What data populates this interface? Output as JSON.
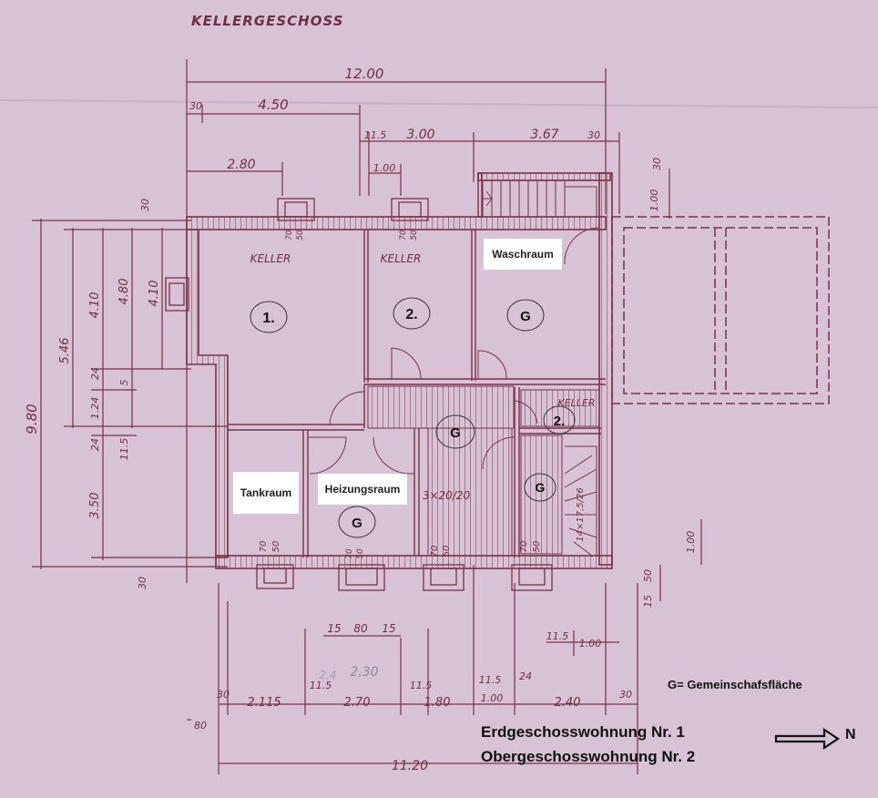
{
  "title": "KELLERGESCHOSS",
  "dimensions": {
    "top_total": "12.00",
    "top_a": "4.50",
    "top_b": "2.80",
    "top_c": "3.00",
    "top_d": "3.67",
    "top_e": "1.00",
    "top_30a": "30",
    "top_30b": "30",
    "top_115": "11.5",
    "top_30c": "30",
    "top_100r": "1.00",
    "left_total": "9.80",
    "left_546": "5.46",
    "left_410a": "4.10",
    "left_480": "4.80",
    "left_410b": "4.10",
    "left_24a": "24",
    "left_124": "1.24",
    "left_5": "5",
    "left_24b": "24",
    "left_115": "11.5",
    "left_350": "3.50",
    "left_30": "30",
    "bottom_total": "11.20",
    "bottom_2115": "2.115",
    "bottom_270": "2.70",
    "bottom_180": "1.80",
    "bottom_100": "1.00",
    "bottom_240": "2.40",
    "bottom_30a": "30",
    "bottom_115a": "11.5",
    "bottom_115b": "11.5",
    "bottom_115c": "11.5",
    "bottom_24": "24",
    "bottom_30b": "30",
    "bottom_80": "80",
    "bottom_230": "2,30",
    "bottom_24m": "2,4",
    "bottom_15a": "15",
    "bottom_80m": "80",
    "bottom_15b": "15",
    "right_100": "1.00",
    "right_115": "11.5",
    "right_100b": "1.00",
    "right_15": "15",
    "right_50": "50",
    "stair_main": "3×20/20",
    "stair_side": "14×17,5/26",
    "window_70": "70",
    "window_50": "50"
  },
  "rooms": {
    "keller_a": "KELLER",
    "keller_b": "KELLER",
    "keller_c": "KELLER",
    "waschraum": "Waschraum",
    "tankraum": "Tankraum",
    "heizungsraum": "Heizungsraum"
  },
  "markers": {
    "m1": "1.",
    "m2a": "2.",
    "g_wasch": "G",
    "g_flur": "G",
    "m2b": "2.",
    "g_stair": "G",
    "g_heiz": "G"
  },
  "legend": {
    "g_def": "G= Gemeinschafsfläche",
    "line1": "Erdgeschosswohnung Nr. 1",
    "line2": "Obergeschosswohnung Nr. 2",
    "north": "N"
  },
  "colors": {
    "paper": "#d8c3d6",
    "ink": "#7a2f45"
  }
}
